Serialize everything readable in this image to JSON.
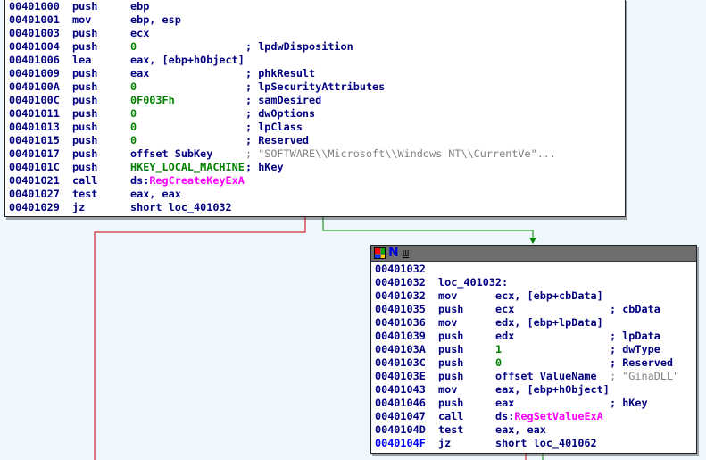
{
  "block1": {
    "lines": [
      {
        "addr": "00401000",
        "mn": "push",
        "op": "ebp",
        "cm": ""
      },
      {
        "addr": "00401001",
        "mn": "mov",
        "op": "ebp, esp",
        "cm": ""
      },
      {
        "addr": "00401003",
        "mn": "push",
        "op": "ecx",
        "cm": ""
      },
      {
        "addr": "00401004",
        "mn": "push",
        "op": "0",
        "cm": "; lpdwDisposition"
      },
      {
        "addr": "00401006",
        "mn": "lea",
        "op": "eax, [ebp+hObject]",
        "cm": ""
      },
      {
        "addr": "00401009",
        "mn": "push",
        "op": "eax",
        "cm": "; phkResult"
      },
      {
        "addr": "0040100A",
        "mn": "push",
        "op": "0",
        "cm": "; lpSecurityAttributes"
      },
      {
        "addr": "0040100C",
        "mn": "push",
        "op": "0F003Fh",
        "cm": "; samDesired"
      },
      {
        "addr": "00401011",
        "mn": "push",
        "op": "0",
        "cm": "; dwOptions"
      },
      {
        "addr": "00401013",
        "mn": "push",
        "op": "0",
        "cm": "; lpClass"
      },
      {
        "addr": "00401015",
        "mn": "push",
        "op": "0",
        "cm": "; Reserved"
      },
      {
        "addr": "00401017",
        "mn": "push",
        "op": "offset SubKey",
        "cm": "; \"SOFTWARE\\\\Microsoft\\\\Windows NT\\\\CurrentVe\"..."
      },
      {
        "addr": "0040101C",
        "mn": "push",
        "op": "HKEY_LOCAL_MACHINE",
        "cm": "; hKey"
      },
      {
        "addr": "00401021",
        "mn": "call",
        "op": "ds:RegCreateKeyExA",
        "cm": ""
      },
      {
        "addr": "00401027",
        "mn": "test",
        "op": "eax, eax",
        "cm": ""
      },
      {
        "addr": "00401029",
        "mn": "jz",
        "op": "short loc_401032",
        "cm": ""
      }
    ]
  },
  "block2": {
    "title_icons": [
      "graph-icon",
      "n-icon",
      "ul-icon"
    ],
    "title_n": "N",
    "title_u": "ULL",
    "addr_only": "00401032",
    "label_addr": "00401032",
    "label": "loc_401032:",
    "lines": [
      {
        "addr": "00401032",
        "mn": "mov",
        "op": "ecx, [ebp+cbData]",
        "cm": ""
      },
      {
        "addr": "00401035",
        "mn": "push",
        "op": "ecx",
        "cm": "; cbData"
      },
      {
        "addr": "00401036",
        "mn": "mov",
        "op": "edx, [ebp+lpData]",
        "cm": ""
      },
      {
        "addr": "00401039",
        "mn": "push",
        "op": "edx",
        "cm": "; lpData"
      },
      {
        "addr": "0040103A",
        "mn": "push",
        "op": "1",
        "cm": "; dwType"
      },
      {
        "addr": "0040103C",
        "mn": "push",
        "op": "0",
        "cm": "; Reserved"
      },
      {
        "addr": "0040103E",
        "mn": "push",
        "op": "offset ValueName",
        "cm": "; \"GinaDLL\""
      },
      {
        "addr": "00401043",
        "mn": "mov",
        "op": "eax, [ebp+hObject]",
        "cm": ""
      },
      {
        "addr": "00401046",
        "mn": "push",
        "op": "eax",
        "cm": "; hKey"
      },
      {
        "addr": "00401047",
        "mn": "call",
        "op": "ds:RegSetValueExA",
        "cm": ""
      },
      {
        "addr": "0040104D",
        "mn": "test",
        "op": "eax, eax",
        "cm": ""
      },
      {
        "addr": "0040104F",
        "mn": "jz",
        "op": "short loc_401062",
        "cm": ""
      }
    ]
  },
  "colors": {
    "background": "#eef7fc",
    "text": "#000080",
    "number": "#008000",
    "import": "#ff00ff",
    "string": "#808080",
    "edge_true": "#008000",
    "edge_false": "#cc0000"
  }
}
